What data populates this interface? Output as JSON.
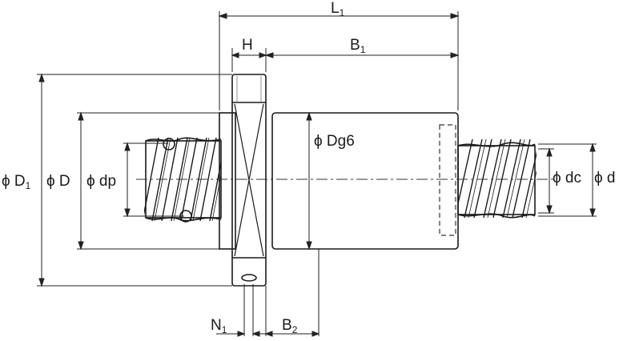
{
  "labels": {
    "L1": "L",
    "L1_sub": "1",
    "H": "H",
    "B1": "B",
    "B1_sub": "1",
    "D1": "ϕ D",
    "D1_sub": "1",
    "D": "ϕ D",
    "dp": "ϕ dp",
    "Dg6": "ϕ Dg6",
    "dc": "ϕ dc",
    "d": "ϕ d",
    "N1": "N",
    "N1_sub": "1",
    "B2": "B",
    "B2_sub": "2"
  }
}
